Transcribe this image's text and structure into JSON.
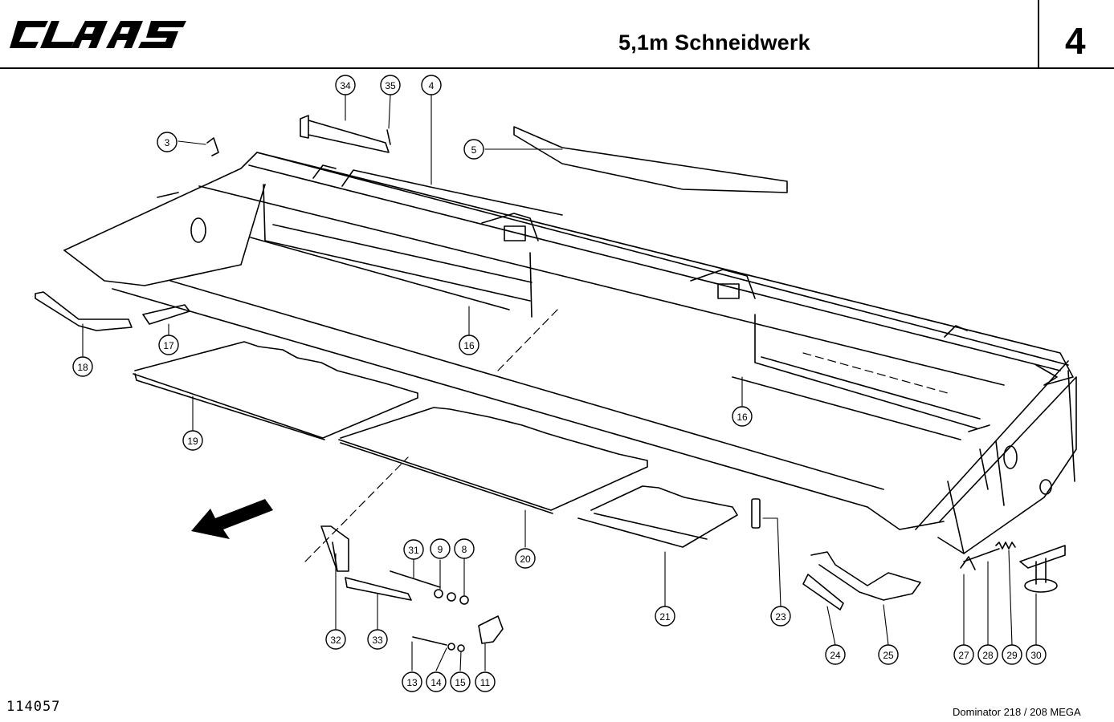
{
  "header": {
    "brand": "CLAAS",
    "title": "5,1m Schneidwerk",
    "section_number": "4"
  },
  "footer": {
    "document_number": "114057",
    "model": "Dominator 218 / 208 MEGA"
  },
  "callouts": [
    "3",
    "4",
    "5",
    "8",
    "9",
    "11",
    "13",
    "14",
    "15",
    "16",
    "16",
    "17",
    "18",
    "19",
    "20",
    "21",
    "23",
    "24",
    "25",
    "27",
    "28",
    "29",
    "30",
    "31",
    "32",
    "33",
    "34",
    "35"
  ],
  "colors": {
    "ink": "#000000",
    "paper": "#ffffff"
  },
  "icons": {
    "direction": "arrow-icon"
  }
}
